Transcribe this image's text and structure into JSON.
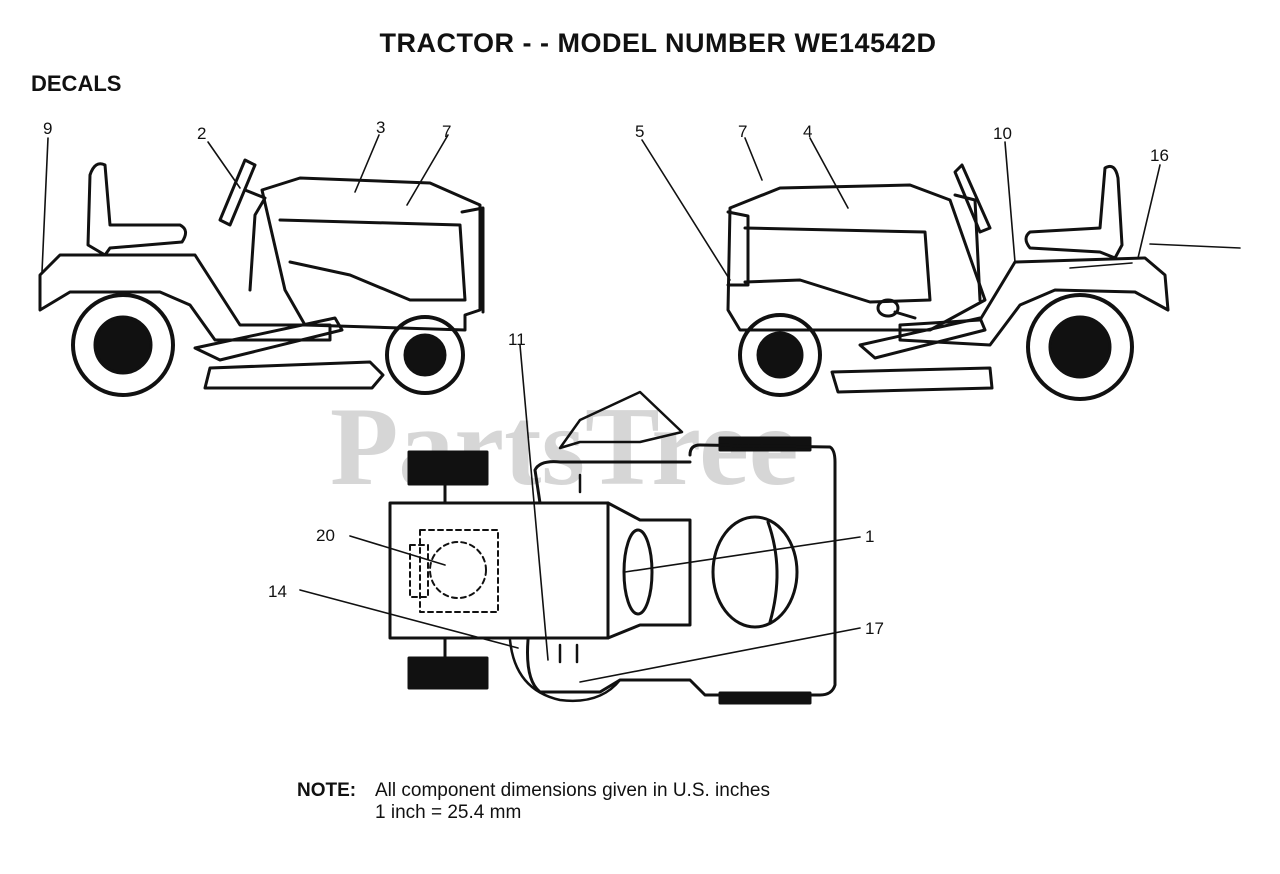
{
  "header": {
    "title": "TRACTOR - - MODEL NUMBER WE14542D",
    "section": "DECALS"
  },
  "watermark": "PartsTree",
  "callouts": {
    "c9": "9",
    "c2": "2",
    "c3": "3",
    "c7a": "7",
    "c5": "5",
    "c7b": "7",
    "c4": "4",
    "c10": "10",
    "c16": "16",
    "c11": "11",
    "c20": "20",
    "c1": "1",
    "c14": "14",
    "c17": "17"
  },
  "note": {
    "label": "NOTE:",
    "line1": "All component dimensions given in U.S. inches",
    "line2": "1 inch = 25.4 mm"
  }
}
